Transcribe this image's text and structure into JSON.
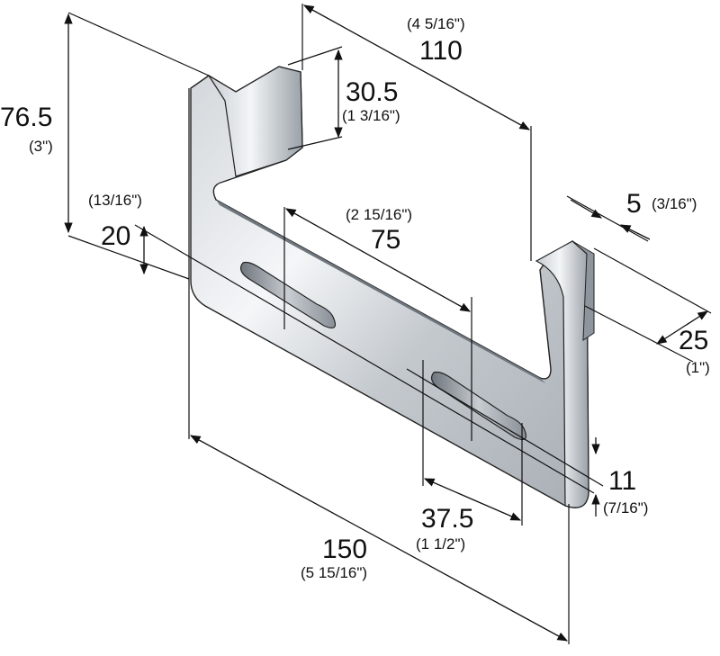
{
  "dimensions": {
    "width_top": {
      "value": "110",
      "imperial": "(4 5/16\")"
    },
    "tab_height": {
      "value": "30.5",
      "imperial": "(1 3/16\")"
    },
    "total_height": {
      "value": "76.5",
      "imperial": "(3\")"
    },
    "slot_offset": {
      "value": "20",
      "imperial": "(13/16\")"
    },
    "slot_spacing": {
      "value": "75",
      "imperial": "(2 15/16\")"
    },
    "thickness": {
      "value": "5",
      "imperial": "(3/16\")"
    },
    "flange_depth": {
      "value": "25",
      "imperial": "(1\")"
    },
    "slot_width": {
      "value": "11",
      "imperial": "(7/16\")"
    },
    "slot_length": {
      "value": "37.5",
      "imperial": "(1 1/2\")"
    },
    "total_length": {
      "value": "150",
      "imperial": "(5 15/16\")"
    }
  },
  "colors": {
    "line": "#111111",
    "steel_light": "#e9ecef",
    "steel_mid": "#b9bec4",
    "steel_dark": "#7d848b"
  }
}
